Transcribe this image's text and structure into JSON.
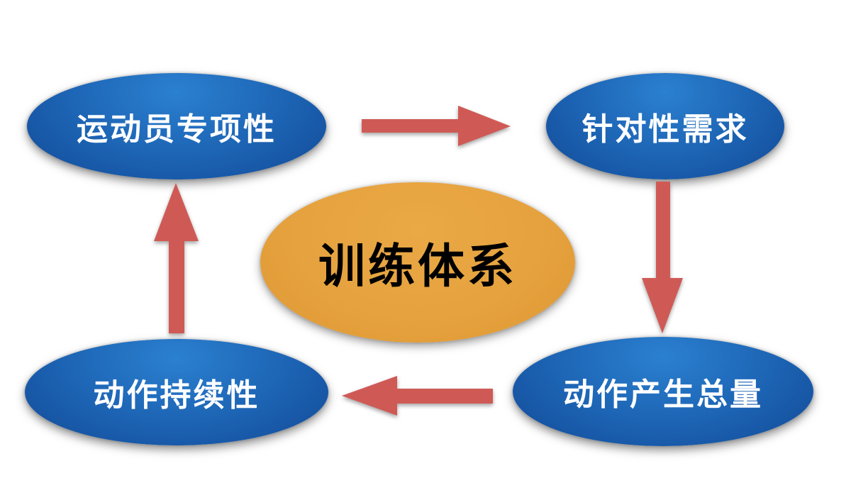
{
  "diagram": {
    "type": "cycle-diagram",
    "center_node": {
      "label": "训练体系"
    },
    "nodes": [
      {
        "label": "运动员专项性",
        "position": "top-left"
      },
      {
        "label": "针对性需求",
        "position": "top-right"
      },
      {
        "label": "动作产生总量",
        "position": "bottom-right"
      },
      {
        "label": "动作持续性",
        "position": "bottom-left"
      }
    ],
    "arrows": [
      {
        "icon": "arrow-right-icon",
        "from": "运动员专项性",
        "to": "针对性需求"
      },
      {
        "icon": "arrow-down-icon",
        "from": "针对性需求",
        "to": "动作产生总量"
      },
      {
        "icon": "arrow-left-icon",
        "from": "动作产生总量",
        "to": "动作持续性"
      },
      {
        "icon": "arrow-up-icon",
        "from": "动作持续性",
        "to": "运动员专项性"
      }
    ],
    "colors": {
      "node_gradient_top": "#2B80D0",
      "node_gradient_bottom": "#114A97",
      "node_text": "#FFFFFF",
      "center_fill": "#E5A13D",
      "center_text": "#000000",
      "arrow_fill": "#CF5A55",
      "background": "#FFFFFF"
    }
  }
}
